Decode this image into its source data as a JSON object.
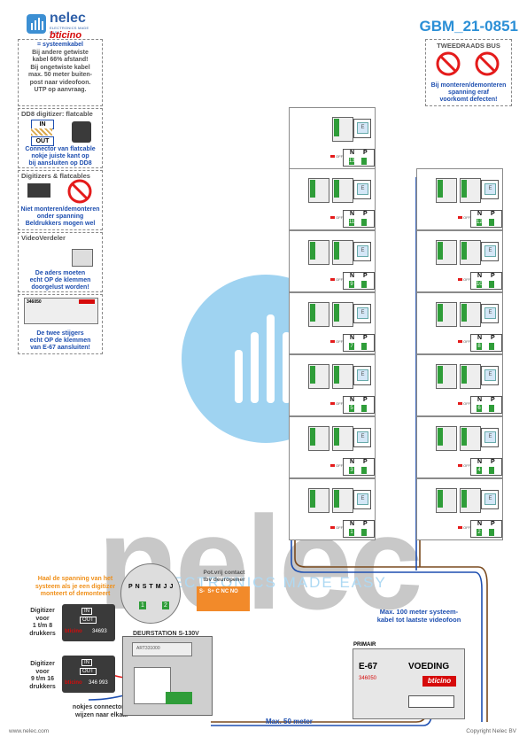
{
  "header": {
    "brand_name": "nelec",
    "brand_tagline": "ELECTRONICS MADE EASY",
    "brand_sub": "bticino",
    "doc_code": "GBM_21-0851"
  },
  "notes": {
    "systeemkabel": {
      "title": "= systeemkabel",
      "lines": [
        "Bij andere getwiste",
        "kabel 66% afstand!",
        "Bij ongetwiste kabel",
        "max. 50 meter buiten-",
        "post naar videofoon.",
        "UTP op aanvraag."
      ]
    },
    "dd8": {
      "title": "DD8 digitizer: flatcable",
      "in": "IN",
      "out": "OUT",
      "lines": [
        "Connector van flatcable",
        "nokje juiste kant op",
        "bij aansluiten op DD8"
      ]
    },
    "flatcables": {
      "title": "Digitizers & flatcables",
      "lines": [
        "Niet monteren/demonteren",
        "onder spanning",
        "Beldrukkers mogen wel"
      ]
    },
    "videoverdeler": {
      "title": "VideoVerdeler",
      "lines": [
        "De aders moeten",
        "echt OP de klemmen",
        "doorgelust worden!"
      ]
    },
    "stijgers": {
      "code": "346050",
      "lines": [
        "De twee stijgers",
        "echt OP de klemmen",
        "van E-67 aansluiten!"
      ]
    },
    "tweedraads": {
      "title": "TWEEDRAADS BUS",
      "lines": [
        "Bij monteren/demonteren",
        "spanning eraf",
        "voorkomt defecten!"
      ]
    }
  },
  "units": {
    "off_label": "OFF",
    "n_label": "N",
    "p_label": "P",
    "screen_label": "E",
    "left_column": [
      "13",
      "11",
      "9",
      "7",
      "5",
      "3",
      "1"
    ],
    "right_column": [
      "12",
      "10",
      "8",
      "6",
      "4",
      "2"
    ]
  },
  "bottom": {
    "warning": [
      "Haal de spanning van het",
      "systeem als je een digitizer",
      "monteert of demonteert"
    ],
    "digitizer1": [
      "Digitizer",
      "voor",
      "1 t/m 8",
      "drukkers"
    ],
    "digitizer2": [
      "Digitizer",
      "voor",
      "9 t/m 16",
      "drukkers"
    ],
    "dig_code1": "34693",
    "dig_code2": "346 993",
    "in_label": "IN",
    "out_label": "OUT",
    "bticino": "bticino",
    "door_station": "DEURSTATION S-130V",
    "door_code": "ART331000",
    "connector_note": [
      "nokjes connectoren",
      "wijzen naar elkaar"
    ],
    "terminal_labels": [
      "P",
      "N",
      "S",
      "T",
      "M",
      "J",
      "J"
    ],
    "terminal_num1": "1",
    "terminal_num2": "2",
    "contact_title": [
      "Pot.vrij contact",
      "tbv deuropener"
    ],
    "contact_labels": "S-  S+ C NC NO",
    "max100": [
      "Max. 100 meter systeem-",
      "kabel tot laatste videofoon"
    ],
    "max50": "Max. 50 meter",
    "psu_primair": "PRIMAIR",
    "psu_model": "E-67",
    "psu_voeding": "VOEDING",
    "psu_code": "346050",
    "psu_brand": "bticino",
    "website": "www.nelec.com",
    "copyright": "Copyright Nelec BV"
  },
  "watermark": {
    "word": "nelec",
    "tagline": "ELECTRONICS MADE EASY"
  }
}
